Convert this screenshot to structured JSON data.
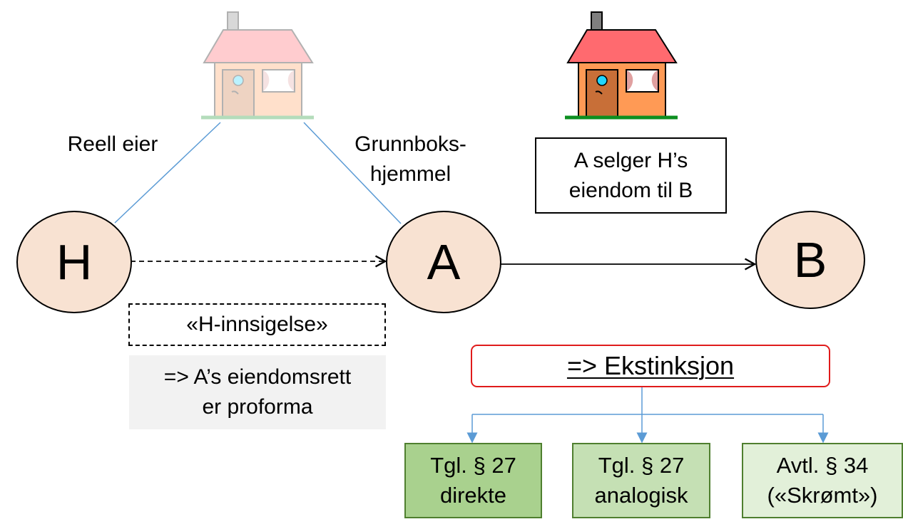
{
  "nodes": {
    "h": "H",
    "a": "A",
    "b": "B"
  },
  "labels": {
    "reell_eier": "Reell eier",
    "grunnboks_line_1": "Grunnboks-",
    "grunnboks_line_2": "hjemmel"
  },
  "sale_note": {
    "line_1": "A selger H’s",
    "line_2": "eiendom til B"
  },
  "objection": "«H-innsigelse»",
  "consequence": {
    "line_1": "=> A’s eiendomsrett",
    "line_2": "er proforma"
  },
  "extinction": "=> Ekstinksjon",
  "bases": [
    {
      "line_1": "Tgl. § 27",
      "line_2": "direkte"
    },
    {
      "line_1": "Tgl. § 27",
      "line_2": "analogisk"
    },
    {
      "line_1": "Avtl. § 34",
      "line_2": "(«Skrømt»)"
    }
  ],
  "icons": {
    "faded_house": "house-icon",
    "solid_house": "house-icon"
  },
  "colors": {
    "node_fill": "#f8e2d2",
    "blue_lines": "#5b9bd5",
    "extinction_border": "#e01b1b",
    "direct_fill": "#a9d18e",
    "analog_fill": "#c5e0b4",
    "avtl_fill": "#e2f0d9"
  }
}
